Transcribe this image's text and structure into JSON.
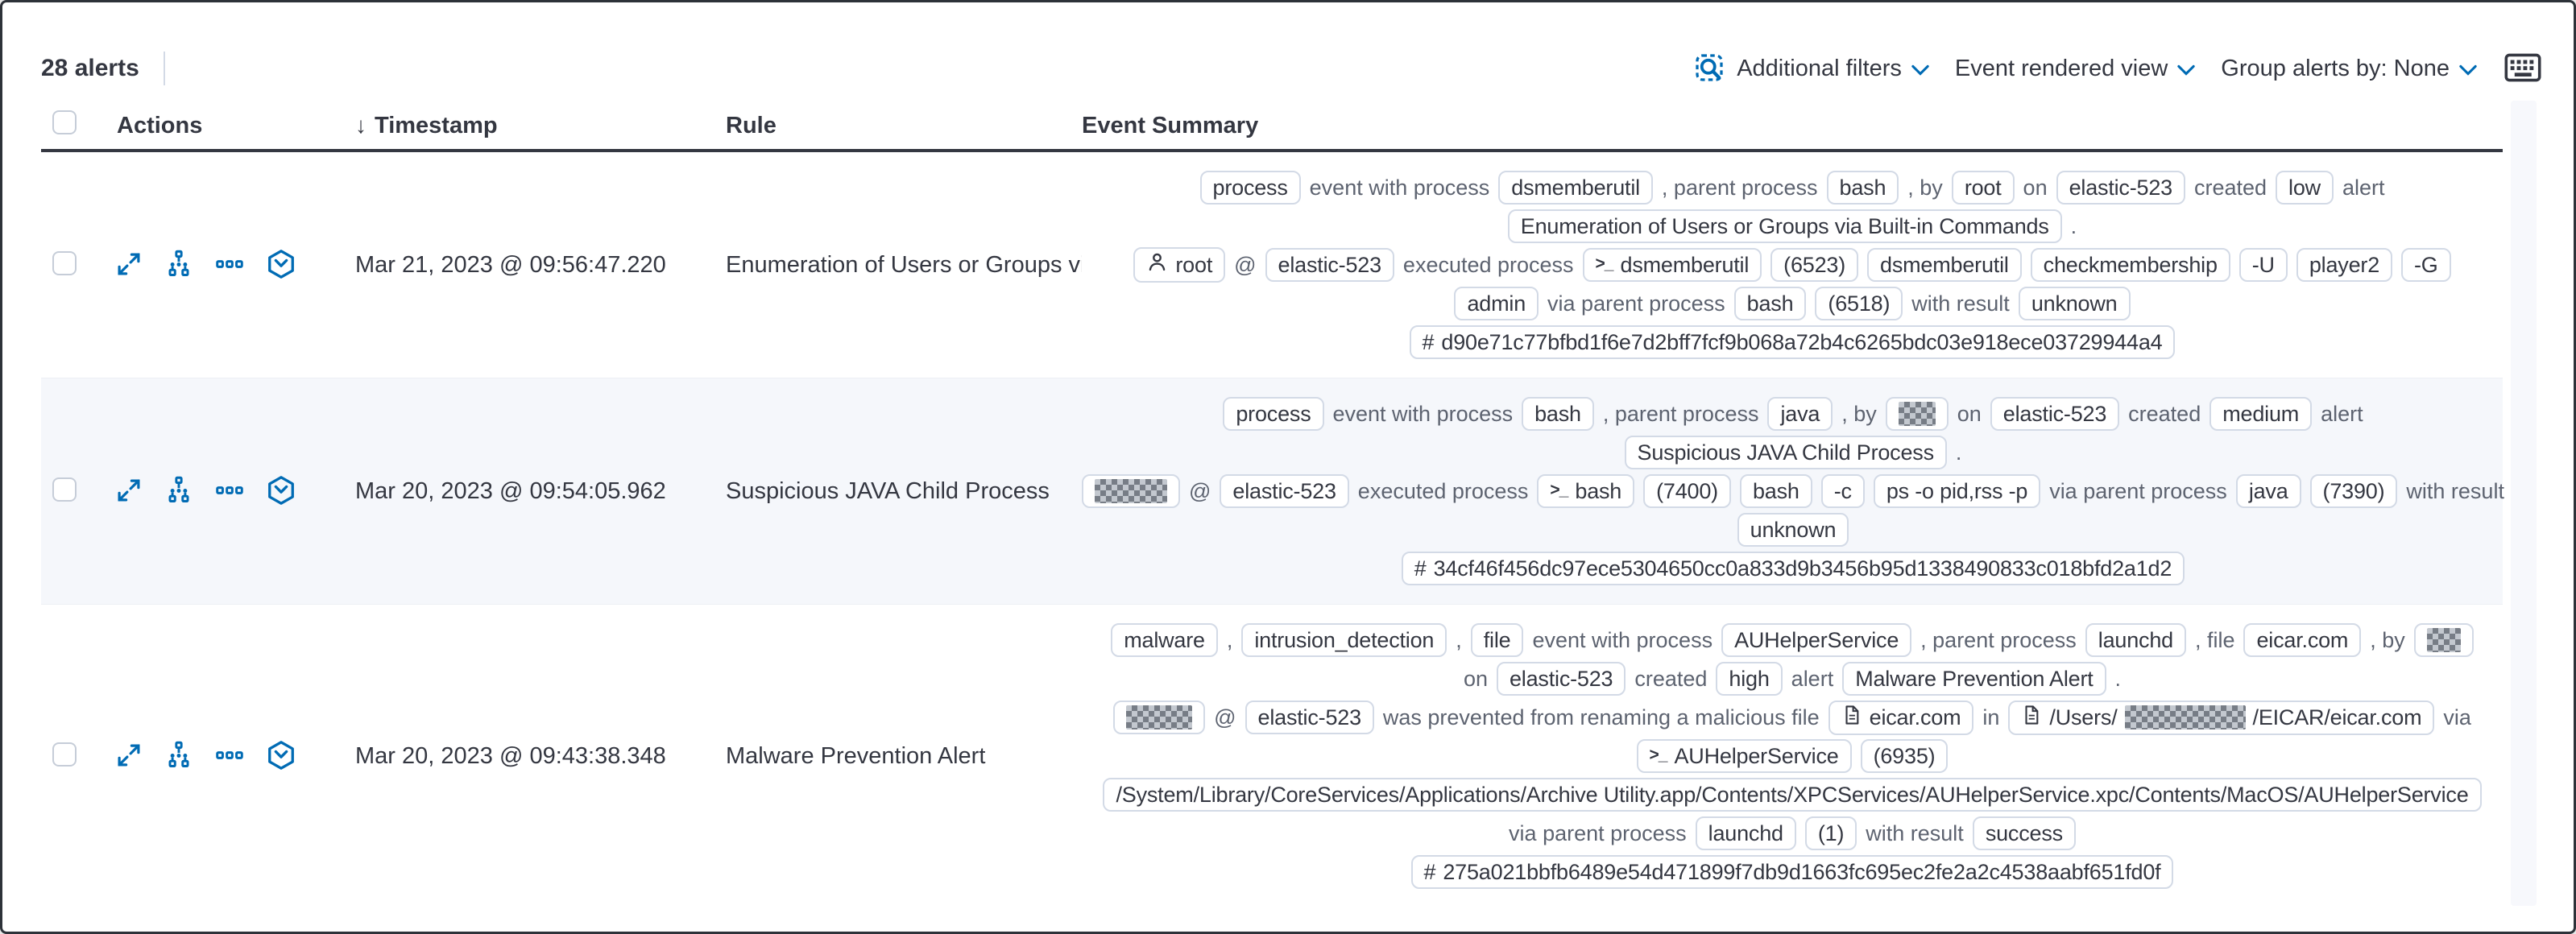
{
  "colors": {
    "link_blue": "#006bb4",
    "highlight_pink": "#ee4c9c",
    "badge_border": "#d3dae6",
    "stripe_bg": "#f5f7fb",
    "text": "#343741"
  },
  "toolbar": {
    "alerts_count": "28 alerts",
    "inspect_icon": "inspect-icon",
    "additional_filters_label": "Additional filters",
    "view_selector_label": "Event rendered view",
    "view_selector_highlighted": true,
    "group_alerts_label": "Group alerts by: None",
    "keyboard_icon": "keyboard-shortcuts-icon"
  },
  "table": {
    "headers": {
      "actions": "Actions",
      "timestamp": "Timestamp",
      "timestamp_sort": "descending",
      "rule": "Rule",
      "event_summary": "Event Summary"
    },
    "action_icons": [
      "expand-alert",
      "analyze-event",
      "more-actions",
      "session-view"
    ],
    "rows": [
      {
        "timestamp": "Mar 21, 2023 @ 09:56:47.220",
        "rule": "Enumeration of Users or Groups via Bui",
        "summary": [
          [
            {
              "t": "badge",
              "v": "process"
            },
            {
              "t": "text",
              "v": "event with process"
            },
            {
              "t": "badge",
              "v": "dsmemberutil"
            },
            {
              "t": "text",
              "v": ", parent process"
            },
            {
              "t": "badge",
              "v": "bash"
            },
            {
              "t": "text",
              "v": ", by"
            },
            {
              "t": "badge",
              "v": "root"
            },
            {
              "t": "text",
              "v": "on"
            },
            {
              "t": "badge",
              "v": "elastic-523"
            },
            {
              "t": "text",
              "v": "created"
            },
            {
              "t": "badge",
              "v": "low"
            },
            {
              "t": "text",
              "v": "alert"
            }
          ],
          [
            {
              "t": "badge",
              "v": "Enumeration of Users or Groups via Built-in Commands"
            },
            {
              "t": "text",
              "v": "."
            }
          ],
          [
            {
              "t": "user",
              "v": "root"
            },
            {
              "t": "text",
              "v": "@"
            },
            {
              "t": "badge",
              "v": "elastic-523"
            },
            {
              "t": "text",
              "v": "executed process"
            },
            {
              "t": "term",
              "v": "dsmemberutil"
            },
            {
              "t": "badge",
              "v": "(6523)"
            },
            {
              "t": "badge",
              "v": "dsmemberutil"
            },
            {
              "t": "badge",
              "v": "checkmembership"
            },
            {
              "t": "badge",
              "v": "-U"
            },
            {
              "t": "badge",
              "v": "player2"
            },
            {
              "t": "badge",
              "v": "-G"
            }
          ],
          [
            {
              "t": "badge",
              "v": "admin"
            },
            {
              "t": "text",
              "v": "via parent process"
            },
            {
              "t": "badge",
              "v": "bash"
            },
            {
              "t": "badge",
              "v": "(6518)"
            },
            {
              "t": "text",
              "v": "with result"
            },
            {
              "t": "badge",
              "v": "unknown"
            }
          ],
          [
            {
              "t": "hash",
              "v": "d90e71c77bfbd1f6e7d2bff7fcf9b068a72b4c6265bdc03e918ece03729944a4"
            }
          ]
        ]
      },
      {
        "timestamp": "Mar 20, 2023 @ 09:54:05.962",
        "rule": "Suspicious JAVA Child Process",
        "striped": true,
        "summary": [
          [
            {
              "t": "badge",
              "v": "process"
            },
            {
              "t": "text",
              "v": "event with process"
            },
            {
              "t": "badge",
              "v": "bash"
            },
            {
              "t": "text",
              "v": ", parent process"
            },
            {
              "t": "badge",
              "v": "java"
            },
            {
              "t": "text",
              "v": ", by"
            },
            {
              "t": "redact",
              "w": 46
            },
            {
              "t": "text",
              "v": "on"
            },
            {
              "t": "badge",
              "v": "elastic-523"
            },
            {
              "t": "text",
              "v": "created"
            },
            {
              "t": "badge",
              "v": "medium"
            },
            {
              "t": "text",
              "v": "alert"
            }
          ],
          [
            {
              "t": "badge",
              "v": "Suspicious JAVA Child Process"
            },
            {
              "t": "text",
              "v": "."
            }
          ],
          [
            {
              "t": "redact",
              "w": 90
            },
            {
              "t": "text",
              "v": "@"
            },
            {
              "t": "badge",
              "v": "elastic-523"
            },
            {
              "t": "text",
              "v": "executed process"
            },
            {
              "t": "term",
              "v": "bash"
            },
            {
              "t": "badge",
              "v": "(7400)"
            },
            {
              "t": "badge",
              "v": "bash"
            },
            {
              "t": "badge",
              "v": "-c"
            },
            {
              "t": "badge",
              "v": "ps -o pid,rss -p"
            },
            {
              "t": "text",
              "v": "via parent process"
            },
            {
              "t": "badge",
              "v": "java"
            },
            {
              "t": "badge",
              "v": "(7390)"
            },
            {
              "t": "text",
              "v": "with result"
            }
          ],
          [
            {
              "t": "badge",
              "v": "unknown"
            }
          ],
          [
            {
              "t": "hash",
              "v": "34cf46f456dc97ece5304650cc0a833d9b3456b95d1338490833c018bfd2a1d2"
            }
          ]
        ]
      },
      {
        "timestamp": "Mar 20, 2023 @ 09:43:38.348",
        "rule": "Malware Prevention Alert",
        "summary": [
          [
            {
              "t": "badge",
              "v": "malware"
            },
            {
              "t": "text",
              "v": ","
            },
            {
              "t": "badge",
              "v": "intrusion_detection"
            },
            {
              "t": "text",
              "v": ","
            },
            {
              "t": "badge",
              "v": "file"
            },
            {
              "t": "text",
              "v": "event with process"
            },
            {
              "t": "badge",
              "v": "AUHelperService"
            },
            {
              "t": "text",
              "v": ", parent process"
            },
            {
              "t": "badge",
              "v": "launchd"
            },
            {
              "t": "text",
              "v": ", file"
            },
            {
              "t": "badge",
              "v": "eicar.com"
            },
            {
              "t": "text",
              "v": ", by"
            },
            {
              "t": "redact",
              "w": 42
            }
          ],
          [
            {
              "t": "text",
              "v": "on"
            },
            {
              "t": "badge",
              "v": "elastic-523"
            },
            {
              "t": "text",
              "v": "created"
            },
            {
              "t": "badge",
              "v": "high"
            },
            {
              "t": "text",
              "v": "alert"
            },
            {
              "t": "badge",
              "v": "Malware Prevention Alert"
            },
            {
              "t": "text",
              "v": "."
            }
          ],
          [
            {
              "t": "redact",
              "w": 82
            },
            {
              "t": "text",
              "v": "@"
            },
            {
              "t": "badge",
              "v": "elastic-523"
            },
            {
              "t": "text",
              "v": "was prevented from renaming a malicious file"
            },
            {
              "t": "file",
              "v": "eicar.com"
            },
            {
              "t": "text",
              "v": "in"
            },
            {
              "t": "file_redact",
              "pre": "/Users/",
              "w": 150,
              "post": "/EICAR/eicar.com"
            },
            {
              "t": "text",
              "v": "via"
            }
          ],
          [
            {
              "t": "term",
              "v": "AUHelperService"
            },
            {
              "t": "badge",
              "v": "(6935)"
            }
          ],
          [
            {
              "t": "badge",
              "v": "/System/Library/CoreServices/Applications/Archive Utility.app/Contents/XPCServices/AUHelperService.xpc/Contents/MacOS/AUHelperService"
            }
          ],
          [
            {
              "t": "text",
              "v": "via parent process"
            },
            {
              "t": "badge",
              "v": "launchd"
            },
            {
              "t": "badge",
              "v": "(1)"
            },
            {
              "t": "text",
              "v": "with result"
            },
            {
              "t": "badge",
              "v": "success"
            }
          ],
          [
            {
              "t": "hash",
              "v": "275a021bbfb6489e54d471899f7db9d1663fc695ec2fe2a2c4538aabf651fd0f"
            }
          ]
        ]
      }
    ]
  }
}
